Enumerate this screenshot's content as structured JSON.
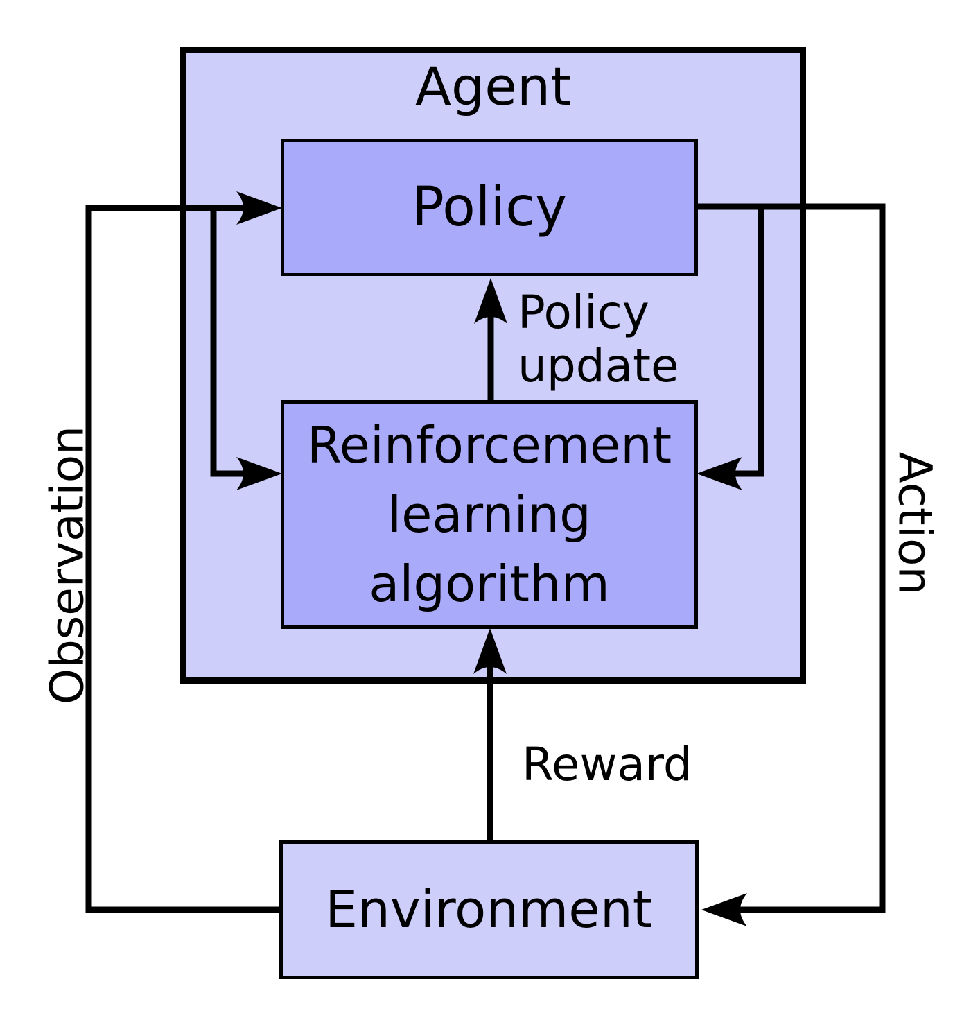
{
  "boxes": {
    "agent": "Agent",
    "policy": "Policy",
    "rl": {
      "line1": "Reinforcement",
      "line2": "learning",
      "line3": "algorithm"
    },
    "environment": "Environment"
  },
  "arrows": {
    "observation": "Observation",
    "action": "Action",
    "reward": "Reward",
    "policy_update": {
      "line1": "Policy",
      "line2": "update"
    }
  },
  "colors": {
    "agent_fill": "#cecefa",
    "inner_box_fill": "#aaaafa",
    "environment_fill": "#cecefa",
    "line_color": "#000000",
    "background": "#ffffff"
  }
}
